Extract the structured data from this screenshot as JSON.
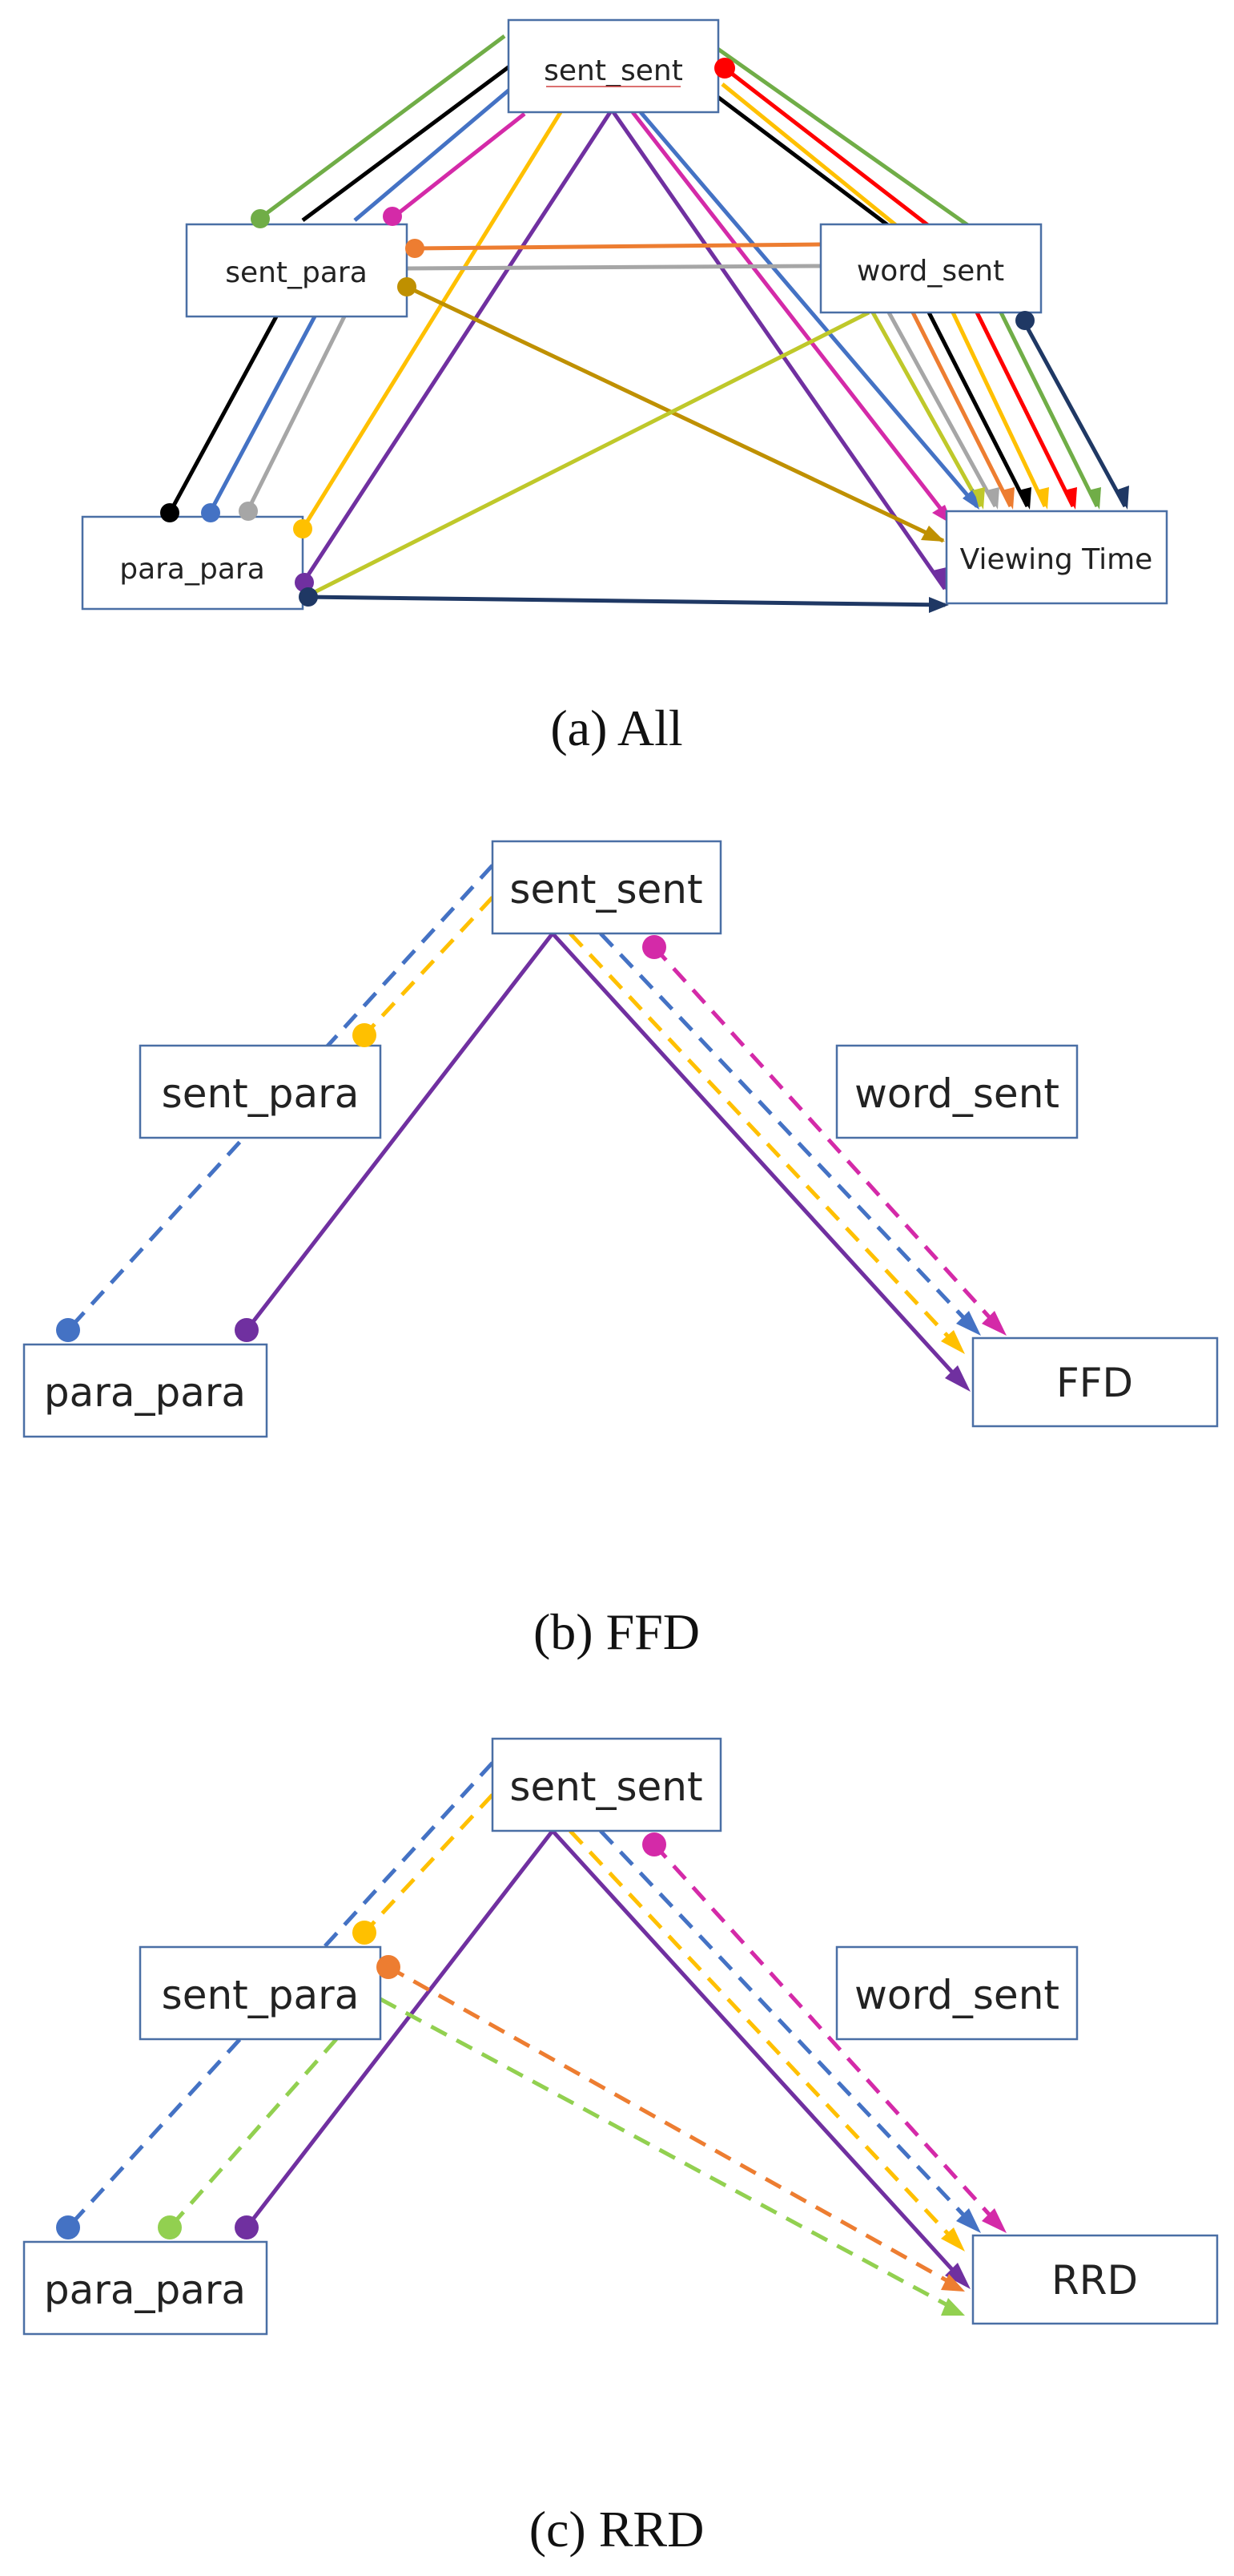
{
  "colors": {
    "green": "#70ad47",
    "black": "#000000",
    "blue": "#4472c4",
    "magenta": "#d42aa8",
    "yellow": "#ffc000",
    "purple": "#7030a0",
    "red": "#ff0000",
    "orange": "#ed7d31",
    "gray": "#a6a6a6",
    "gold": "#bf9000",
    "lime": "#bfc82a",
    "navy": "#1f3864",
    "lightgreen": "#92d050"
  },
  "panels": [
    {
      "id": "all",
      "caption": "(a)  All",
      "nodes": [
        {
          "id": "sent_sent",
          "label": "sent_sent"
        },
        {
          "id": "sent_para",
          "label": "sent_para"
        },
        {
          "id": "word_sent",
          "label": "word_sent"
        },
        {
          "id": "para_para",
          "label": "para_para"
        },
        {
          "id": "target",
          "label": "Viewing Time"
        }
      ]
    },
    {
      "id": "ffd",
      "caption": "(b)  FFD",
      "nodes": [
        {
          "id": "sent_sent",
          "label": "sent_sent"
        },
        {
          "id": "sent_para",
          "label": "sent_para"
        },
        {
          "id": "word_sent",
          "label": "word_sent"
        },
        {
          "id": "para_para",
          "label": "para_para"
        },
        {
          "id": "target",
          "label": "FFD"
        }
      ]
    },
    {
      "id": "rrd",
      "caption": "(c)  RRD",
      "nodes": [
        {
          "id": "sent_sent",
          "label": "sent_sent"
        },
        {
          "id": "sent_para",
          "label": "sent_para"
        },
        {
          "id": "word_sent",
          "label": "word_sent"
        },
        {
          "id": "para_para",
          "label": "para_para"
        },
        {
          "id": "target",
          "label": "RRD"
        }
      ]
    }
  ]
}
